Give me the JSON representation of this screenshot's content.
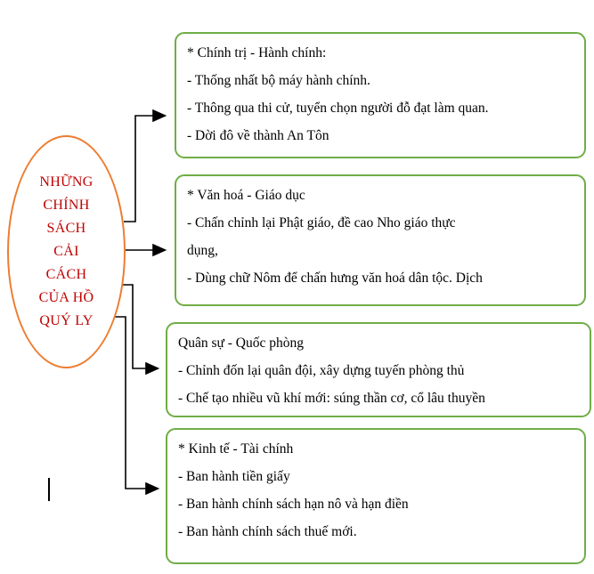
{
  "title": "Sơ đồ những chính sách cải cách của Hồ Quý Ly",
  "colors": {
    "ellipse_border": "#ED7D31",
    "ellipse_text": "#C00000",
    "box_border": "#70AD47",
    "text_color": "#000000",
    "arrow_color": "#000000",
    "bg": "#FFFFFF"
  },
  "ellipse": {
    "lines": [
      "NHỮNG",
      "CHÍNH",
      "SÁCH",
      "CẢI",
      "CÁCH",
      "CỦA HỒ",
      "QUÝ LY"
    ]
  },
  "boxes": [
    {
      "id": "politics-administration",
      "lines": [
        "* Chính trị - Hành chính:",
        "- Thống nhất bộ máy hành chính.",
        "- Thông qua thi cử, tuyển chọn người đỗ đạt làm quan.",
        "- Dời đô về thành An Tôn"
      ]
    },
    {
      "id": "culture-education",
      "lines": [
        "* Văn hoá - Giáo dục",
        "- Chấn chỉnh lại Phật giáo, đề cao Nho giáo thực",
        "dụng,",
        "- Dùng chữ Nôm để chấn hưng văn hoá dân tộc. Dịch"
      ]
    },
    {
      "id": "military-defense",
      "lines": [
        "Quân sự - Quốc phòng",
        "- Chỉnh đốn lại quân đội, xây dựng tuyến phòng thủ",
        "- Chế tạo nhiều vũ khí mới: súng thần cơ, cổ lâu thuyền"
      ]
    },
    {
      "id": "economy-finance",
      "lines": [
        "* Kinh tế - Tài chính",
        "- Ban hành tiền giấy",
        "- Ban hành chính sách hạn nô và hạn điền",
        "- Ban hành chính sách thuế mới."
      ]
    }
  ]
}
